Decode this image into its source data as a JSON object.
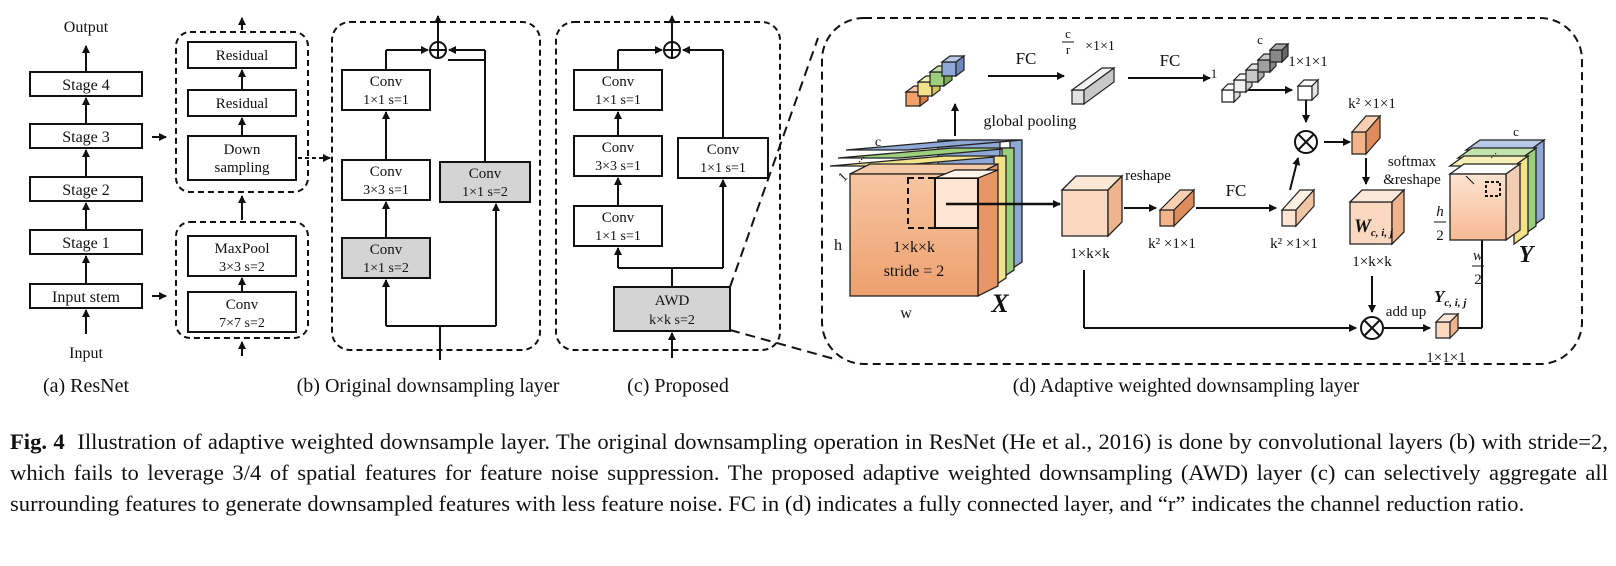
{
  "panel_a": {
    "output": "Output",
    "input": "Input",
    "stages": [
      "Stage 4",
      "Stage 3",
      "Stage 2",
      "Stage 1"
    ],
    "stem": "Input stem",
    "sublabel": "(a) ResNet"
  },
  "stack": {
    "residual1": "Residual",
    "residual2": "Residual",
    "down1": "Down",
    "down2": "sampling",
    "maxpool1": "MaxPool",
    "maxpool2": "3×3 s=2",
    "conv7_1": "Conv",
    "conv7_2": "7×7 s=2"
  },
  "panel_b": {
    "conv_a1": "Conv",
    "conv_a2": "1×1 s=1",
    "conv_b1": "Conv",
    "conv_b2": "3×3 s=1",
    "conv_c1": "Conv",
    "conv_c2": "1×1 s=2",
    "conv_d1": "Conv",
    "conv_d2": "1×1 s=2",
    "sublabel": "(b) Original downsampling layer"
  },
  "panel_c": {
    "conv_a1": "Conv",
    "conv_a2": "1×1 s=1",
    "conv_b1": "Conv",
    "conv_b2": "3×3 s=1",
    "conv_c1": "Conv",
    "conv_c2": "1×1 s=1",
    "conv_d1": "Conv",
    "conv_d2": "1×1 s=1",
    "awd1": "AWD",
    "awd2": "k×k s=2",
    "sublabel": "(c) Proposed"
  },
  "panel_d": {
    "fc1": "FC",
    "fc2": "FC",
    "fc3": "FC",
    "c_over_r_num": "c",
    "c_over_r_den": "r",
    "c_over_r_rest": "×1×1",
    "one_one_one_top": "1×1×1",
    "k2_top": "k² ×1×1",
    "global_pooling": "global pooling",
    "reshape": "reshape",
    "softmax1": "softmax",
    "softmax2": "&reshape",
    "h": "h",
    "w": "w",
    "kxk1": "1×k×k",
    "kxk2": "stride = 2",
    "X": "X",
    "one_kk_mid": "1×k×k",
    "k2_mid1": "k² ×1×1",
    "k2_mid2": "k² ×1×1",
    "W": "W",
    "W_sub": "c, i, j",
    "one_kk_right": "1×k×k",
    "Y": "Y",
    "Ycij": "Y",
    "Ycij_sub": "c, i, j",
    "addup": "add up",
    "one_one_one_bottom": "1×1×1",
    "h_num": "h",
    "frac_den": "2",
    "w_num": "w",
    "c_top": "c",
    "one": "1",
    "dots": "...",
    "sublabel": "(d) Adaptive weighted downsampling layer"
  },
  "caption": {
    "label": "Fig. 4",
    "text": "Illustration of adaptive weighted downsample layer. The original downsampling operation in ResNet (He et al., 2016) is done by convolutional layers (b) with stride=2, which fails to leverage 3/4 of spatial features for feature noise suppression. The proposed adaptive weighted downsampling (AWD) layer (c) can selectively aggregate all surrounding features to generate downsampled features with less feature noise. FC in (d) indicates a fully connected layer, and “r” indicates the channel reduction ratio."
  },
  "colors": {
    "orange": "#f4b48a",
    "gray_box": "#d4d4d4",
    "green": "#9ccf7c",
    "blue": "#8fa8d6",
    "yellow": "#f2e28a",
    "peach": "#fbd8c0"
  }
}
